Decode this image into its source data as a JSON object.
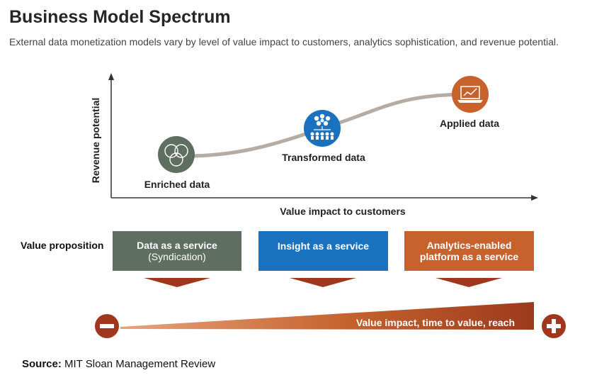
{
  "header": {
    "title": "Business Model Spectrum",
    "subtitle": "External data monetization models vary by level of value impact to customers, analytics sophistication, and revenue potential."
  },
  "chart": {
    "y_axis_label": "Revenue potential",
    "x_axis_label": "Value impact to customers",
    "stages": [
      {
        "label": "Enriched data",
        "icon": "venn-circles-icon",
        "color": "#5e6e60"
      },
      {
        "label": "Transformed data",
        "icon": "network-people-icon",
        "color": "#1a72be"
      },
      {
        "label": "Applied data",
        "icon": "laptop-chart-icon",
        "color": "#c8622d"
      }
    ],
    "curve_color": "#b5aca4"
  },
  "value_proposition": {
    "label": "Value proposition",
    "boxes": [
      {
        "line1": "Data as a service",
        "line2": "(Syndication)"
      },
      {
        "line1": "Insight as a service",
        "line2": ""
      },
      {
        "line1": "Analytics-enabled",
        "line2": "platform as a service"
      }
    ]
  },
  "spectrum": {
    "label": "Value impact, time to value, reach",
    "minus_icon": "minus-icon",
    "plus_icon": "plus-icon",
    "color": "#a0371d"
  },
  "source": {
    "label": "Source:",
    "text": "MIT Sloan Management Review"
  }
}
